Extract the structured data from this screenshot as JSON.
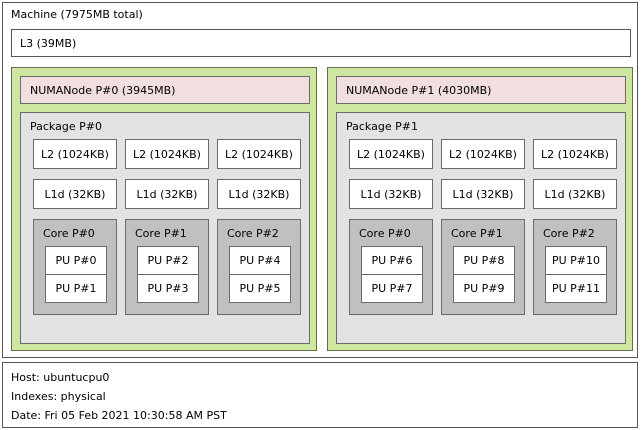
{
  "machine": {
    "title": "Machine (7975MB total)",
    "l3_label": "L3 (39MB)"
  },
  "colors": {
    "group_bg": "#cde6a0",
    "numanode_bg": "#f1dede",
    "package_bg": "#e3e3e3",
    "core_bg": "#c0c0c0",
    "pu_bg": "#ffffff",
    "border": "#6b6b6b",
    "outer_border": "#555555"
  },
  "groups": [
    {
      "numanode_label": "NUMANode P#0 (3945MB)",
      "package_label": "Package P#0",
      "l2": [
        "L2 (1024KB)",
        "L2 (1024KB)",
        "L2 (1024KB)"
      ],
      "l1d": [
        "L1d (32KB)",
        "L1d (32KB)",
        "L1d (32KB)"
      ],
      "cores": [
        {
          "label": "Core P#0",
          "pus": [
            "PU P#0",
            "PU P#1"
          ]
        },
        {
          "label": "Core P#1",
          "pus": [
            "PU P#2",
            "PU P#3"
          ]
        },
        {
          "label": "Core P#2",
          "pus": [
            "PU P#4",
            "PU P#5"
          ]
        }
      ]
    },
    {
      "numanode_label": "NUMANode P#1 (4030MB)",
      "package_label": "Package P#1",
      "l2": [
        "L2 (1024KB)",
        "L2 (1024KB)",
        "L2 (1024KB)"
      ],
      "l1d": [
        "L1d (32KB)",
        "L1d (32KB)",
        "L1d (32KB)"
      ],
      "cores": [
        {
          "label": "Core P#0",
          "pus": [
            "PU P#6",
            "PU P#7"
          ]
        },
        {
          "label": "Core P#1",
          "pus": [
            "PU P#8",
            "PU P#9"
          ]
        },
        {
          "label": "Core P#2",
          "pus": [
            "PU P#10",
            "PU P#11"
          ]
        }
      ]
    }
  ],
  "footer": {
    "host": "Host: ubuntucpu0",
    "indexes": "Indexes: physical",
    "date": "Date: Fri 05 Feb 2021 10:30:58 AM PST"
  }
}
